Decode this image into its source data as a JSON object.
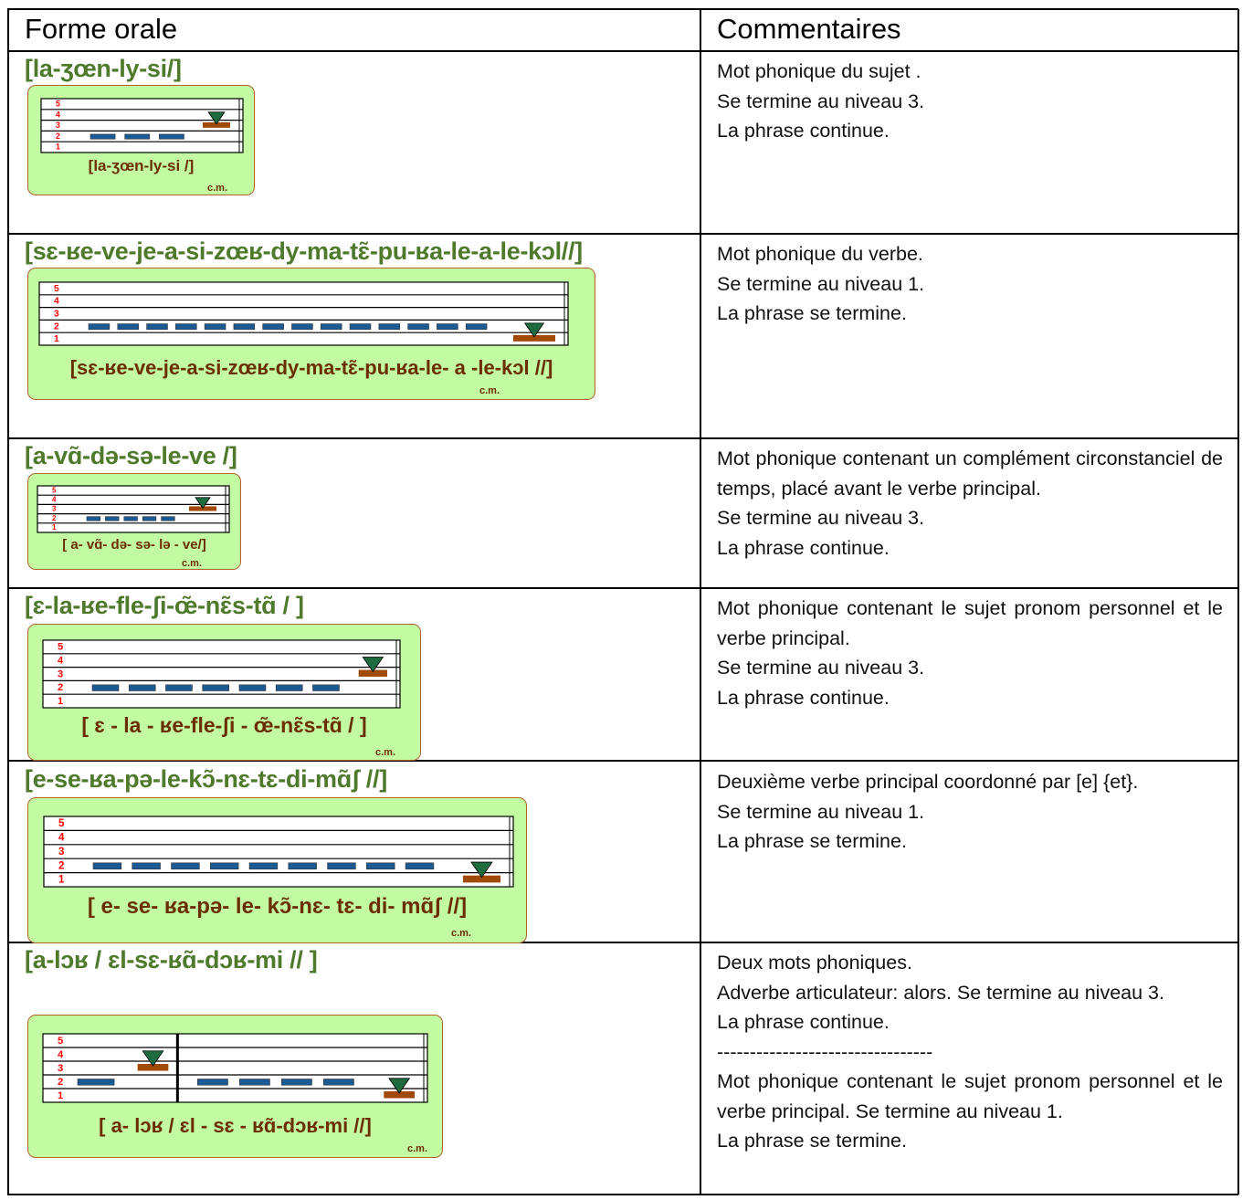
{
  "headers": {
    "left": "Forme orale",
    "right": "Commentaires"
  },
  "colors": {
    "title": "#4f7a2c",
    "label": "#6b2e02",
    "box": "#c3fba3",
    "note": "#1c5a94",
    "final": "#a14a08",
    "arrow": "#1d6b3e",
    "level_number": "#ff0000"
  },
  "rows": [
    {
      "title": "[la-ʒœn-ly-si/]",
      "label": "[la-ʒœn-ly-si /]",
      "signature": "c.m.",
      "levels": [
        "5",
        "4",
        "3",
        "2",
        "1"
      ],
      "groups": [
        {
          "notes": 3,
          "note_level": 2,
          "final_level": 3
        }
      ],
      "comments": [
        "Mot phonique du sujet .",
        "Se termine au niveau 3.",
        "La phrase continue."
      ]
    },
    {
      "title": "[sɛ-ʁe-ve-je-a-si-zœʁ-dy-ma-tɛ̃-pu-ʁa-le-a-le-kɔl//]",
      "label": "[sɛ-ʁe-ve-je-a-si-zœʁ-dy-ma-tɛ̃-pu-ʁa-le- a -le-kɔl //]",
      "signature": "c.m.",
      "levels": [
        "5",
        "4",
        "3",
        "2",
        "1"
      ],
      "groups": [
        {
          "notes": 14,
          "note_level": 2,
          "final_level": 1
        }
      ],
      "comments": [
        "Mot phonique du verbe.",
        "Se termine au niveau 1.",
        "La phrase se termine."
      ]
    },
    {
      "title": "[a-vɑ̃-də-sə-le-ve /]",
      "label": "[  a- vɑ̃- də- sə- lə - ve/]",
      "signature": "c.m.",
      "levels": [
        "5",
        "4",
        "3",
        "2",
        "1"
      ],
      "groups": [
        {
          "notes": 5,
          "note_level": 2,
          "final_level": 3
        }
      ],
      "comments": [
        "Mot phonique contenant un complément circonstanciel de temps, placé avant le verbe principal.",
        "Se termine au niveau 3.",
        "La phrase continue."
      ]
    },
    {
      "title": "[ɛ-la-ʁe-fle-ʃi-œ̃-nɛ̃s-tɑ̃ / ]",
      "label": "[ ɛ -  la - ʁe-fle-ʃi - œ̃-nɛ̃s-tɑ̃ / ]",
      "signature": "c.m.",
      "levels": [
        "5",
        "4",
        "3",
        "2",
        "1"
      ],
      "groups": [
        {
          "notes": 7,
          "note_level": 2,
          "final_level": 3
        }
      ],
      "comments": [
        "Mot phonique contenant le sujet pronom personnel et le verbe principal.",
        "Se termine au niveau 3.",
        "La phrase continue."
      ]
    },
    {
      "title": "[e-se-ʁa-pə-le-kɔ̃-nɛ-tɛ-di-mɑ̃ʃ //]",
      "label": "[ e-  se- ʁa-pə- le- kɔ̃-nɛ- tɛ- di- mɑ̃ʃ //]",
      "signature": "c.m.",
      "levels": [
        "5",
        "4",
        "3",
        "2",
        "1"
      ],
      "groups": [
        {
          "notes": 9,
          "note_level": 2,
          "final_level": 1
        }
      ],
      "comments": [
        "Deuxième verbe principal coordonné par [e] {et}.",
        "Se termine au niveau 1.",
        "La phrase se termine."
      ]
    },
    {
      "title": "[a-lɔʁ / ɛl-sɛ-ʁɑ̃-dɔʁ-mi // ]",
      "label": "[  a-  lɔʁ  /   ɛl - sɛ - ʁɑ̃-dɔʁ-mi //]",
      "signature": "c.m.",
      "levels": [
        "5",
        "4",
        "3",
        "2",
        "1"
      ],
      "groups": [
        {
          "notes": 1,
          "note_level": 2,
          "final_level": 3
        },
        {
          "notes": 4,
          "note_level": 2,
          "final_level": 1
        }
      ],
      "comments": [
        "Deux mots phoniques.",
        "Adverbe articulateur: alors. Se termine au niveau 3.",
        "La phrase continue.",
        "---------------------------------",
        "Mot phonique contenant le sujet pronom personnel et le verbe principal. Se termine au niveau 1.",
        "La phrase se termine."
      ]
    }
  ]
}
